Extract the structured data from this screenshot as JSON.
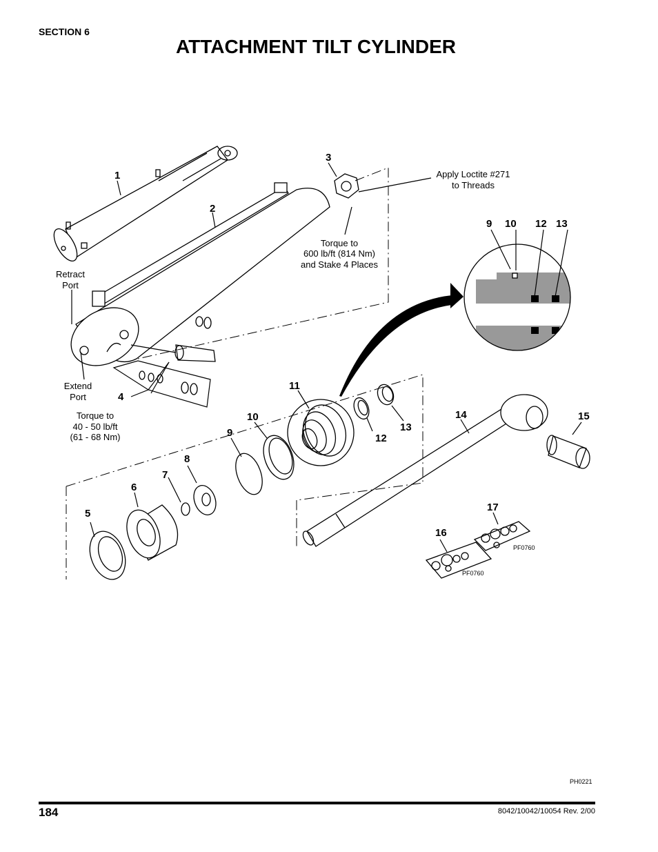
{
  "header": {
    "section": "SECTION 6",
    "title": "ATTACHMENT TILT CYLINDER"
  },
  "callouts": {
    "n1": "1",
    "n2": "2",
    "n3": "3",
    "n4": "4",
    "n5": "5",
    "n6": "6",
    "n7": "7",
    "n8": "8",
    "n9": "9",
    "n10": "10",
    "n11": "11",
    "n12": "12",
    "n13": "13",
    "n14": "14",
    "n15": "15",
    "n16": "16",
    "n17": "17",
    "d9": "9",
    "d10": "10",
    "d12": "12",
    "d13": "13"
  },
  "notes": {
    "loctite_1": "Apply Loctite  #271",
    "loctite_2": "to Threads",
    "torque600_1": "Torque to",
    "torque600_2": "600 lb/ft (814 Nm)",
    "torque600_3": "and Stake 4 Places",
    "retract_1": "Retract",
    "retract_2": "Port",
    "extend_1": "Extend",
    "extend_2": "Port",
    "torque40_1": "Torque to",
    "torque40_2": "40 - 50 lb/ft",
    "torque40_3": "(61 - 68 Nm)",
    "kit_code_16": "PF0760",
    "kit_code_17": "PF0760",
    "figure_code": "PH0221"
  },
  "footer": {
    "page": "184",
    "doc": "8042/10042/10054 Rev. 2/00"
  }
}
